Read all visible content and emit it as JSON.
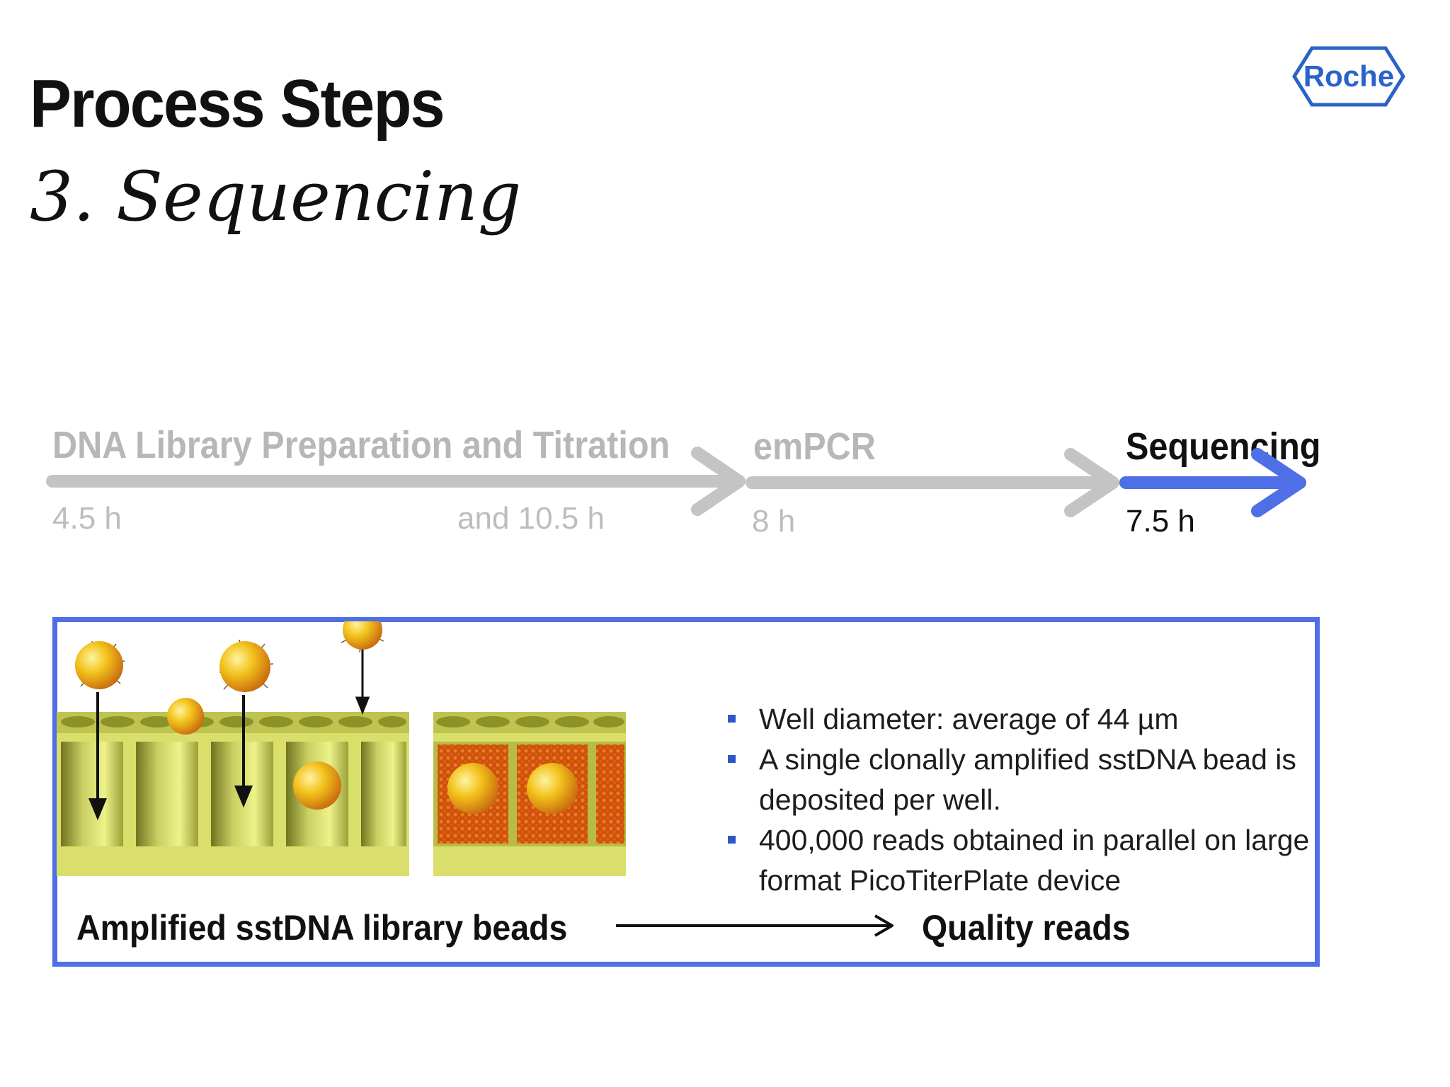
{
  "slide": {
    "title": "Process Steps",
    "subtitle": "3. Sequencing",
    "logo_text": "Roche"
  },
  "colors": {
    "accent_blue": "#4f6fe6",
    "muted_gray": "#c4c4c4",
    "bullet_blue": "#2f56c9"
  },
  "timeline": {
    "stages": [
      {
        "label": "DNA Library Preparation and Titration",
        "time_start": "4.5 h",
        "time_end": "and 10.5 h",
        "state": "completed"
      },
      {
        "label": "emPCR",
        "time_start": "8 h",
        "state": "completed"
      },
      {
        "label": "Sequencing",
        "time_start": "7.5 h",
        "state": "current"
      }
    ]
  },
  "details": {
    "bullets": [
      "Well diameter: average of 44 µm",
      "A single clonally amplified sstDNA bead is deposited per well.",
      "400,000 reads obtained in parallel on large format PicoTiterPlate device"
    ],
    "caption_input": "Amplified sstDNA library beads",
    "caption_output": "Quality reads"
  }
}
